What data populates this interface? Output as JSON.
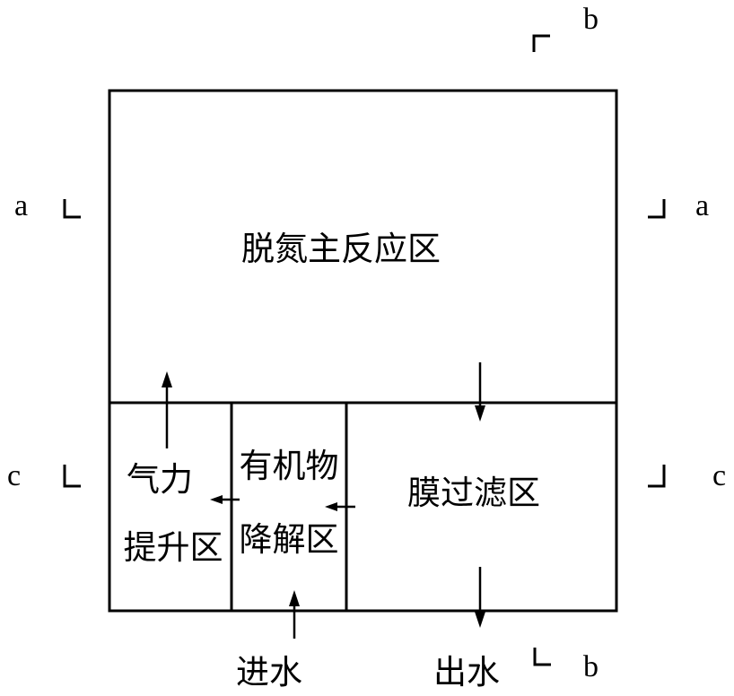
{
  "zones": {
    "denitrification_main": "脱氮主反应区",
    "air_lift_line1": "气力",
    "air_lift_line2": "提升区",
    "organic_degradation_line1": "有机物",
    "organic_degradation_line2": "降解区",
    "membrane_filtration": "膜过滤区"
  },
  "flows": {
    "inlet": "进水",
    "outlet": "出水"
  },
  "section_labels": {
    "a_left": "a",
    "a_right": "a",
    "b_top": "b",
    "b_bottom": "b",
    "c_left": "c",
    "c_right": "c"
  }
}
